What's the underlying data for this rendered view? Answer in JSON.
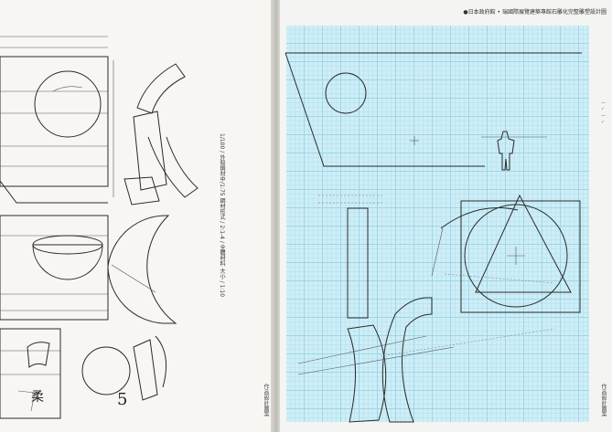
{
  "header": {
    "text": "●日本政府館 • 瑞國際展覽建築專館石雕化完整雕塑設計圖"
  },
  "left_page": {
    "footer": "作品設計圖案",
    "margin_notes": "1/100 / 外殼鋼材中/1:75 鋼材形式 / 2:1-4 / 全體材料 大小 / 1:10"
  },
  "right_page": {
    "footer": "作品設計圖案",
    "side_note": "一 ✓ 一 ✓"
  },
  "labels": {
    "big_numeral": "5",
    "small_mark": "柔"
  }
}
